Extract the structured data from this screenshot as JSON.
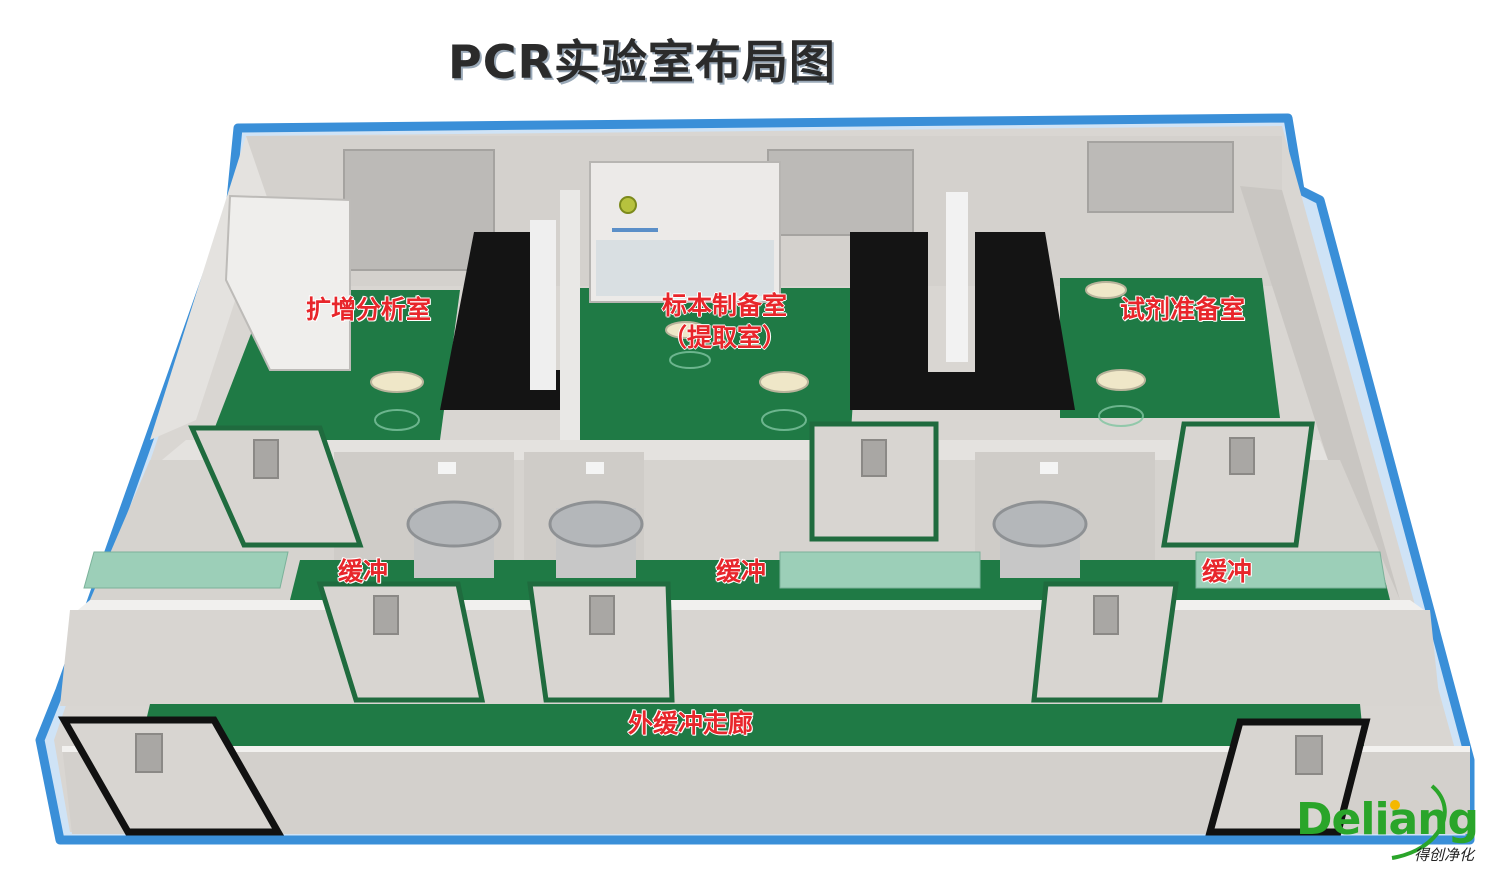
{
  "title": "PCR实验室布局图",
  "rooms": {
    "amplification": "扩增分析室",
    "specimen_line1": "标本制备室",
    "specimen_line2": "（提取室）",
    "reagent": "试剂准备室",
    "buffer_left": "缓冲",
    "buffer_middle": "缓冲",
    "buffer_right": "缓冲",
    "corridor": "外缓冲走廊"
  },
  "logo": {
    "wordmark": "Deliang",
    "subtitle": "得创净化",
    "colors": {
      "text": "#2aa52a",
      "dot": "#f5b800"
    }
  },
  "colors": {
    "frame_border": "#3a8fd8",
    "wall": "#d6d3cf",
    "wall_light": "#e6e4e1",
    "floor_green": "#1f7a45",
    "floor_green_dark": "#17633a",
    "bench_black": "#141414",
    "label_red": "#e8262b",
    "window_grey": "#b9b7b4",
    "mint_counter": "#9ccfb8"
  }
}
